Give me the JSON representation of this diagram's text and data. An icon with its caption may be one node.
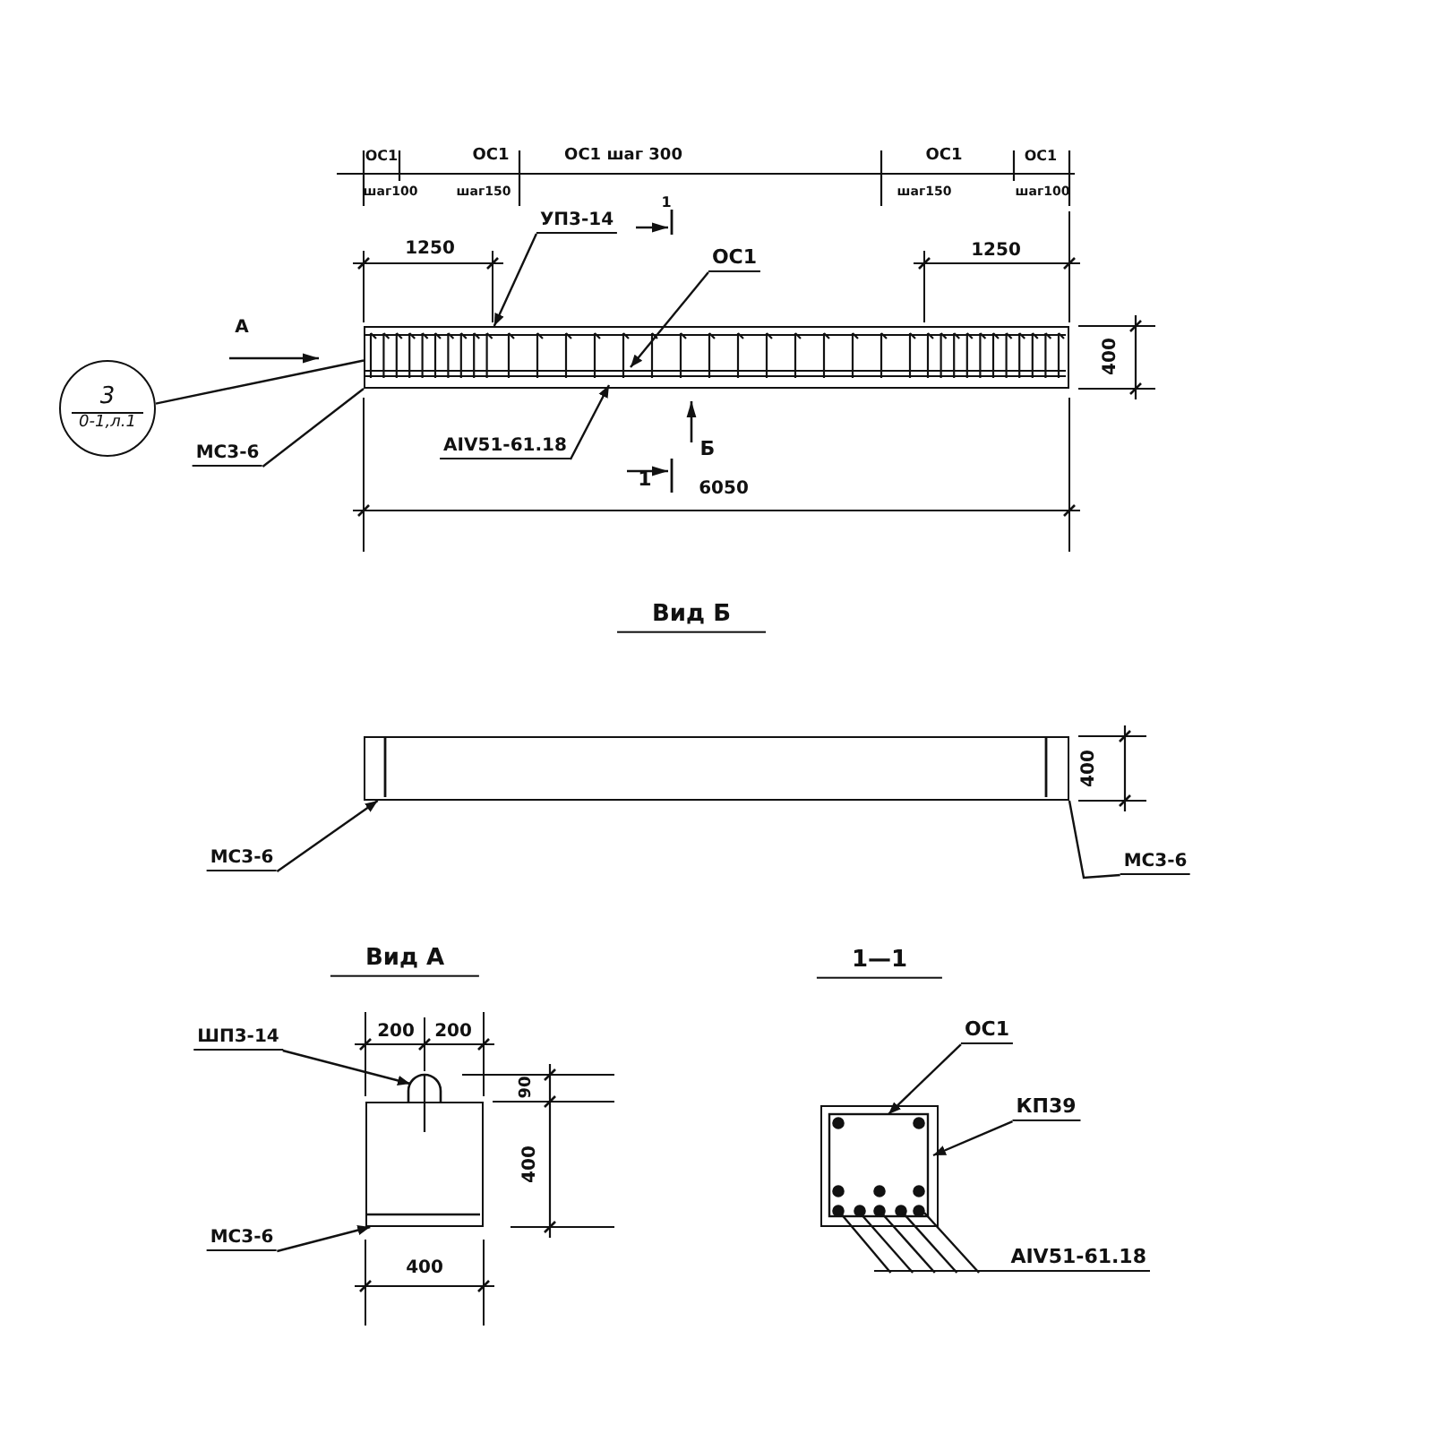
{
  "diagram": {
    "nodes": [
      {
        "text": [
          "3",
          "0-1,л.1"
        ]
      },
      {
        "text": [],
        "shape": "box"
      },
      {
        "text": [
          "УП3-14"
        ]
      },
      {
        "text": [
          "ОС1"
        ]
      },
      {
        "text": [
          "АIV51-61.18"
        ]
      },
      {
        "text": [
          "МС3-6"
        ]
      },
      {
        "text": [],
        "shape": "box"
      },
      {
        "text": [
          "МС3-6"
        ]
      },
      {
        "text": [
          "МС3-6"
        ]
      },
      {
        "text": [],
        "shape": "box"
      },
      {
        "text": [
          "ШП3-14"
        ]
      },
      {
        "text": [
          "МС3-6"
        ]
      },
      {
        "text": [],
        "shape": "box"
      },
      {
        "text": [
          "ОС1"
        ]
      },
      {
        "text": [
          "КП39"
        ]
      },
      {
        "text": [
          "АIV51-61.18"
        ]
      }
    ],
    "edges": [
      {
        "from": 0,
        "to": 1,
        "arrow": "none"
      },
      {
        "from": 2,
        "to": 1,
        "arrow": "to"
      },
      {
        "from": 3,
        "to": 1,
        "arrow": "to"
      },
      {
        "from": 4,
        "to": 1,
        "arrow": "to"
      },
      {
        "from": 5,
        "to": 1,
        "arrow": "none"
      },
      {
        "from": 7,
        "to": 6,
        "arrow": "to"
      },
      {
        "from": 8,
        "to": 6,
        "arrow": "none"
      },
      {
        "from": 10,
        "to": 9,
        "arrow": "to"
      },
      {
        "from": 11,
        "to": 9,
        "arrow": "to"
      },
      {
        "from": 13,
        "to": 12,
        "arrow": "to"
      },
      {
        "from": 14,
        "to": 12,
        "arrow": "to"
      },
      {
        "from": 15,
        "to": 12,
        "arrow": "none"
      },
      {
        "from": 15,
        "to": 12,
        "arrow": "none"
      },
      {
        "from": 15,
        "to": 12,
        "arrow": "none"
      },
      {
        "from": 15,
        "to": 12,
        "arrow": "none"
      },
      {
        "from": 15,
        "to": 12,
        "arrow": "none"
      }
    ],
    "labels": [
      "ОС1",
      "ОС1",
      "ОС1 шаг 300",
      "ОС1",
      "ОС1",
      "шаг100",
      "шаг150",
      "шаг150",
      "шаг100",
      "1",
      "1250",
      "1250",
      "400",
      "А",
      "Б",
      "1",
      "6050",
      "Вид Б",
      "400",
      "Вид А",
      "200",
      "200",
      "90",
      "400",
      "400",
      "1—1"
    ]
  }
}
